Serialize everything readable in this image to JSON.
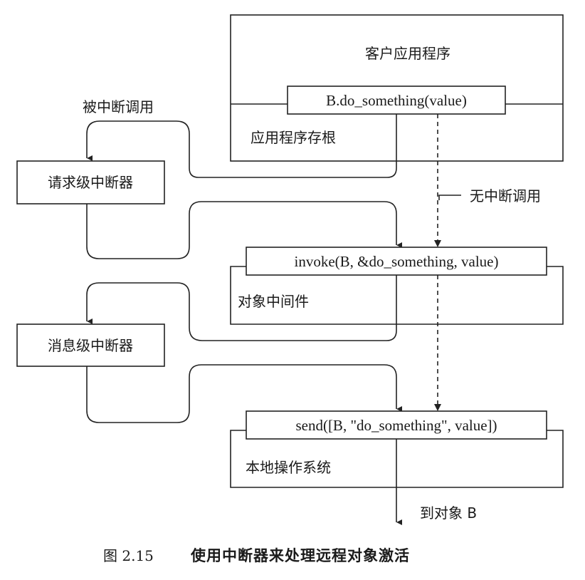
{
  "diagram": {
    "client_app": {
      "title": "客户应用程序",
      "call_label": "B.do_something(value)",
      "stub_label": "应用程序存根"
    },
    "request_interceptor": {
      "label": "请求级中断器"
    },
    "interrupted_call_label": "被中断调用",
    "no_interrupt_call_label": "无中断调用",
    "middleware": {
      "call_label": "invoke(B, &do_something, value)",
      "label": "对象中间件"
    },
    "message_interceptor": {
      "label": "消息级中断器"
    },
    "local_os": {
      "call_label": "send([B, \"do_something\", value])",
      "label": "本地操作系统"
    },
    "to_object_label": "到对象 B"
  },
  "caption": {
    "figure_number": "图 2.15",
    "text": "使用中断器来处理远程对象激活"
  }
}
